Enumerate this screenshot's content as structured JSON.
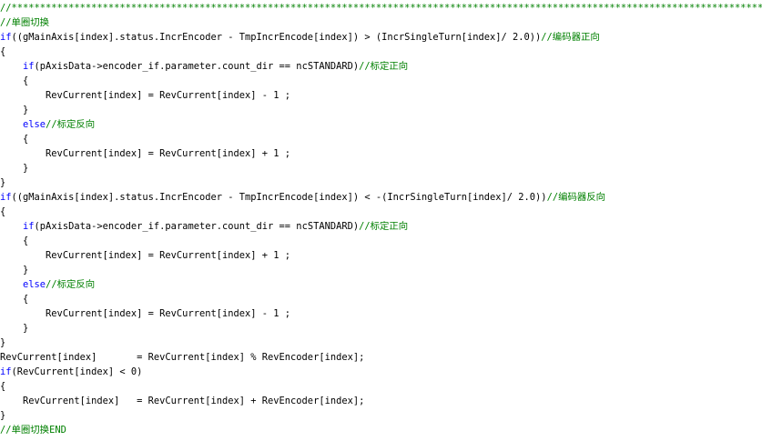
{
  "lines": [
    {
      "parts": [
        {
          "t": "//****************************************************************************************************************************************************",
          "c": "comment"
        }
      ]
    },
    {
      "parts": [
        {
          "t": "//单圈切换",
          "c": "comment"
        }
      ]
    },
    {
      "parts": [
        {
          "t": "if",
          "c": "kw"
        },
        {
          "t": "((gMainAxis[index].status.IncrEncoder - TmpIncrEncode[index]) > (IncrSingleTurn[index]/ 2.0))",
          "c": "plain"
        },
        {
          "t": "//编码器正向",
          "c": "comment"
        }
      ]
    },
    {
      "parts": [
        {
          "t": "{",
          "c": "plain"
        }
      ]
    },
    {
      "parts": [
        {
          "t": "    ",
          "c": "plain"
        },
        {
          "t": "if",
          "c": "kw"
        },
        {
          "t": "(pAxisData->encoder_if.parameter.count_dir == ncSTANDARD)",
          "c": "plain"
        },
        {
          "t": "//标定正向",
          "c": "comment"
        }
      ]
    },
    {
      "parts": [
        {
          "t": "    {",
          "c": "plain"
        }
      ]
    },
    {
      "parts": [
        {
          "t": "        RevCurrent[index] = RevCurrent[index] - 1 ;",
          "c": "plain"
        }
      ]
    },
    {
      "parts": [
        {
          "t": "    }",
          "c": "plain"
        }
      ]
    },
    {
      "parts": [
        {
          "t": "    ",
          "c": "plain"
        },
        {
          "t": "else",
          "c": "kw"
        },
        {
          "t": "//标定反向",
          "c": "comment"
        }
      ]
    },
    {
      "parts": [
        {
          "t": "    {",
          "c": "plain"
        }
      ]
    },
    {
      "parts": [
        {
          "t": "        RevCurrent[index] = RevCurrent[index] + 1 ;",
          "c": "plain"
        }
      ]
    },
    {
      "parts": [
        {
          "t": "    }",
          "c": "plain"
        }
      ]
    },
    {
      "parts": [
        {
          "t": "}",
          "c": "plain"
        }
      ]
    },
    {
      "parts": [
        {
          "t": "if",
          "c": "kw"
        },
        {
          "t": "((gMainAxis[index].status.IncrEncoder - TmpIncrEncode[index]) < -(IncrSingleTurn[index]/ 2.0))",
          "c": "plain"
        },
        {
          "t": "//编码器反向",
          "c": "comment"
        }
      ]
    },
    {
      "parts": [
        {
          "t": "{",
          "c": "plain"
        }
      ]
    },
    {
      "parts": [
        {
          "t": "    ",
          "c": "plain"
        },
        {
          "t": "if",
          "c": "kw"
        },
        {
          "t": "(pAxisData->encoder_if.parameter.count_dir == ncSTANDARD)",
          "c": "plain"
        },
        {
          "t": "//标定正向",
          "c": "comment"
        }
      ]
    },
    {
      "parts": [
        {
          "t": "    {",
          "c": "plain"
        }
      ]
    },
    {
      "parts": [
        {
          "t": "        RevCurrent[index] = RevCurrent[index] + 1 ;",
          "c": "plain"
        }
      ]
    },
    {
      "parts": [
        {
          "t": "    }",
          "c": "plain"
        }
      ]
    },
    {
      "parts": [
        {
          "t": "    ",
          "c": "plain"
        },
        {
          "t": "else",
          "c": "kw"
        },
        {
          "t": "//标定反向",
          "c": "comment"
        }
      ]
    },
    {
      "parts": [
        {
          "t": "    {",
          "c": "plain"
        }
      ]
    },
    {
      "parts": [
        {
          "t": "        RevCurrent[index] = RevCurrent[index] - 1 ;",
          "c": "plain"
        }
      ]
    },
    {
      "parts": [
        {
          "t": "    }",
          "c": "plain"
        }
      ]
    },
    {
      "parts": [
        {
          "t": "}",
          "c": "plain"
        }
      ]
    },
    {
      "parts": [
        {
          "t": "RevCurrent[index]       = RevCurrent[index] % RevEncoder[index];",
          "c": "plain"
        }
      ]
    },
    {
      "parts": [
        {
          "t": "if",
          "c": "kw"
        },
        {
          "t": "(RevCurrent[index] < 0)",
          "c": "plain"
        }
      ]
    },
    {
      "parts": [
        {
          "t": "{",
          "c": "plain"
        }
      ]
    },
    {
      "parts": [
        {
          "t": "    RevCurrent[index]   = RevCurrent[index] + RevEncoder[index];",
          "c": "plain"
        }
      ]
    },
    {
      "parts": [
        {
          "t": "}",
          "c": "plain"
        }
      ]
    },
    {
      "parts": [
        {
          "t": "//单圈切换END",
          "c": "comment"
        }
      ]
    }
  ],
  "colors": {
    "comment": "#008000",
    "keyword": "#0000ff",
    "text": "#000000",
    "background": "#ffffff"
  }
}
